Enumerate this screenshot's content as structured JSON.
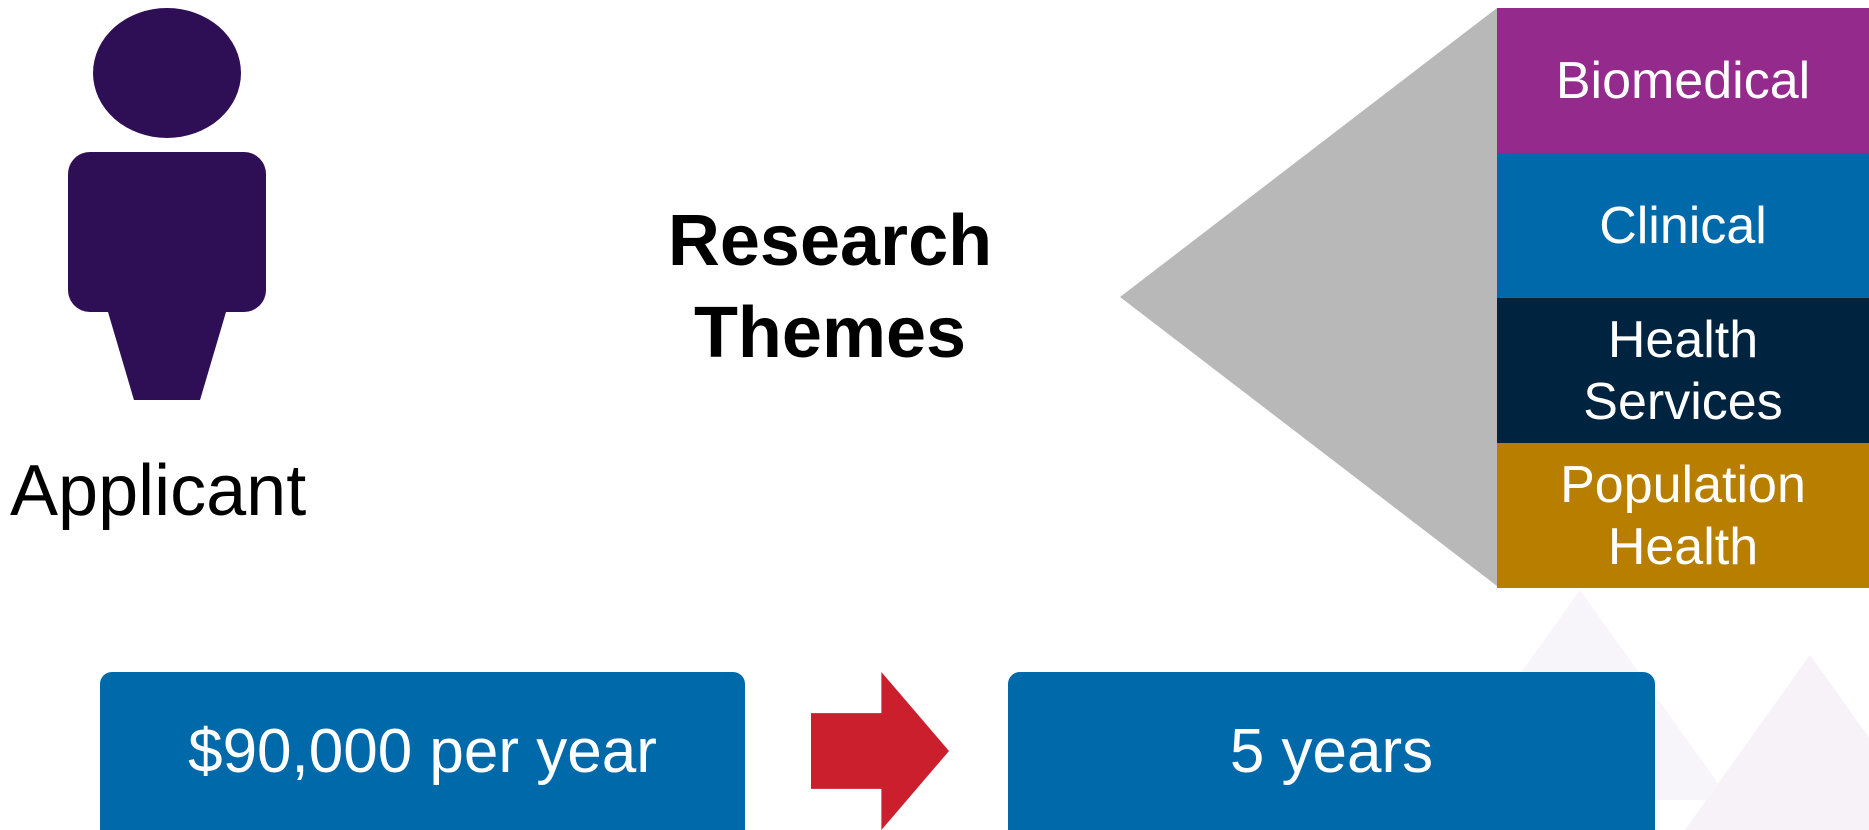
{
  "colors": {
    "person": "#2e0f55",
    "funnel": "#b8b8b8",
    "arrow": "#cc1f2e",
    "box": "#0069aa"
  },
  "applicant": {
    "icon": "person-icon",
    "label": "Applicant"
  },
  "research_themes": {
    "title_line1": "Research",
    "title_line2": "Themes",
    "items": [
      {
        "label": "Biomedical",
        "color": "#952a8d"
      },
      {
        "label": "Clinical",
        "color": "#0069aa"
      },
      {
        "label": "Health\nServices",
        "color": "#00233f"
      },
      {
        "label": "Population\nHealth",
        "color": "#b77e00"
      }
    ]
  },
  "award": {
    "funding_label": "$90,000 per year",
    "arrow_icon": "right-arrow-icon",
    "duration_label": "5 years"
  }
}
